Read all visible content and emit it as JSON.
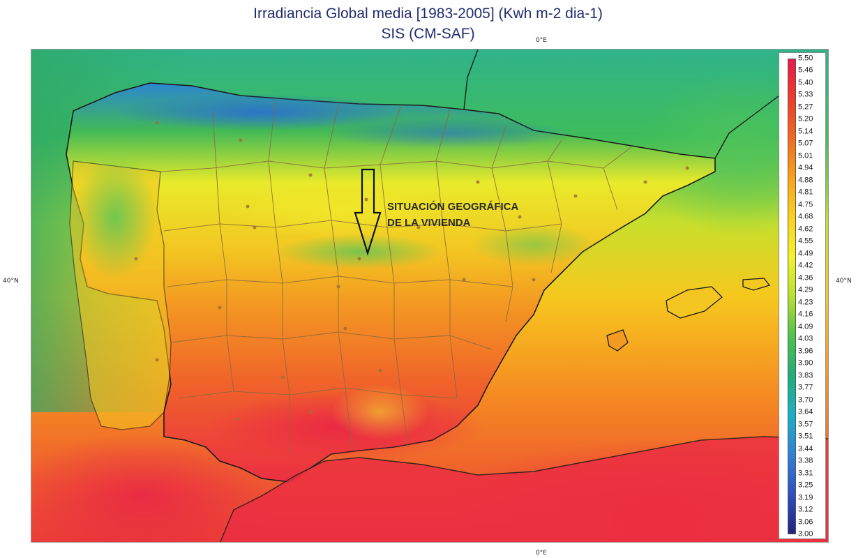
{
  "header": {
    "title": "Irradiancia Global media [1983-2005] (Kwh m-2 dia-1)",
    "subtitle": "SIS (CM-SAF)"
  },
  "axes": {
    "top_lon": "0°E",
    "bottom_lon": "0°E",
    "left_lat": "40°N",
    "right_lat": "40°N"
  },
  "annotation": {
    "line1": "SITUACIÓN GEOGRÁFICA",
    "line2": "DE LA VIVIENDA"
  },
  "legend": {
    "values": [
      "5.50",
      "5.46",
      "5.40",
      "5.33",
      "5.27",
      "5.20",
      "5.14",
      "5.07",
      "5.01",
      "4.94",
      "4.88",
      "4.81",
      "4.75",
      "4.68",
      "4.62",
      "4.55",
      "4.49",
      "4.42",
      "4.36",
      "4.29",
      "4.23",
      "4.16",
      "4.09",
      "4.03",
      "3.96",
      "3.90",
      "3.83",
      "3.77",
      "3.70",
      "3.64",
      "3.57",
      "3.51",
      "3.44",
      "3.38",
      "3.31",
      "3.25",
      "3.19",
      "3.12",
      "3.06",
      "3.00"
    ],
    "color_stops": [
      "#e8194b",
      "#ee3b2a",
      "#f26a1e",
      "#f8a21a",
      "#fbd01e",
      "#f2f22a",
      "#b8e030",
      "#4fc24a",
      "#1fae7a",
      "#1bb0c8",
      "#2f82d6",
      "#2f4fc0",
      "#24237e"
    ]
  },
  "map": {
    "colors": {
      "sea_north": "#2fb38a",
      "sea_south": "#ea3b38",
      "atlantic_west": "#34a86a",
      "cantabria": "#2c86d0",
      "north_band": "#41b956",
      "plateau_yellow": "#f0e02a",
      "central_orange": "#f39a22",
      "south_red": "#ec2f42",
      "coast_line": "#1a1a1a",
      "province_line": "#8a6a3a"
    }
  }
}
